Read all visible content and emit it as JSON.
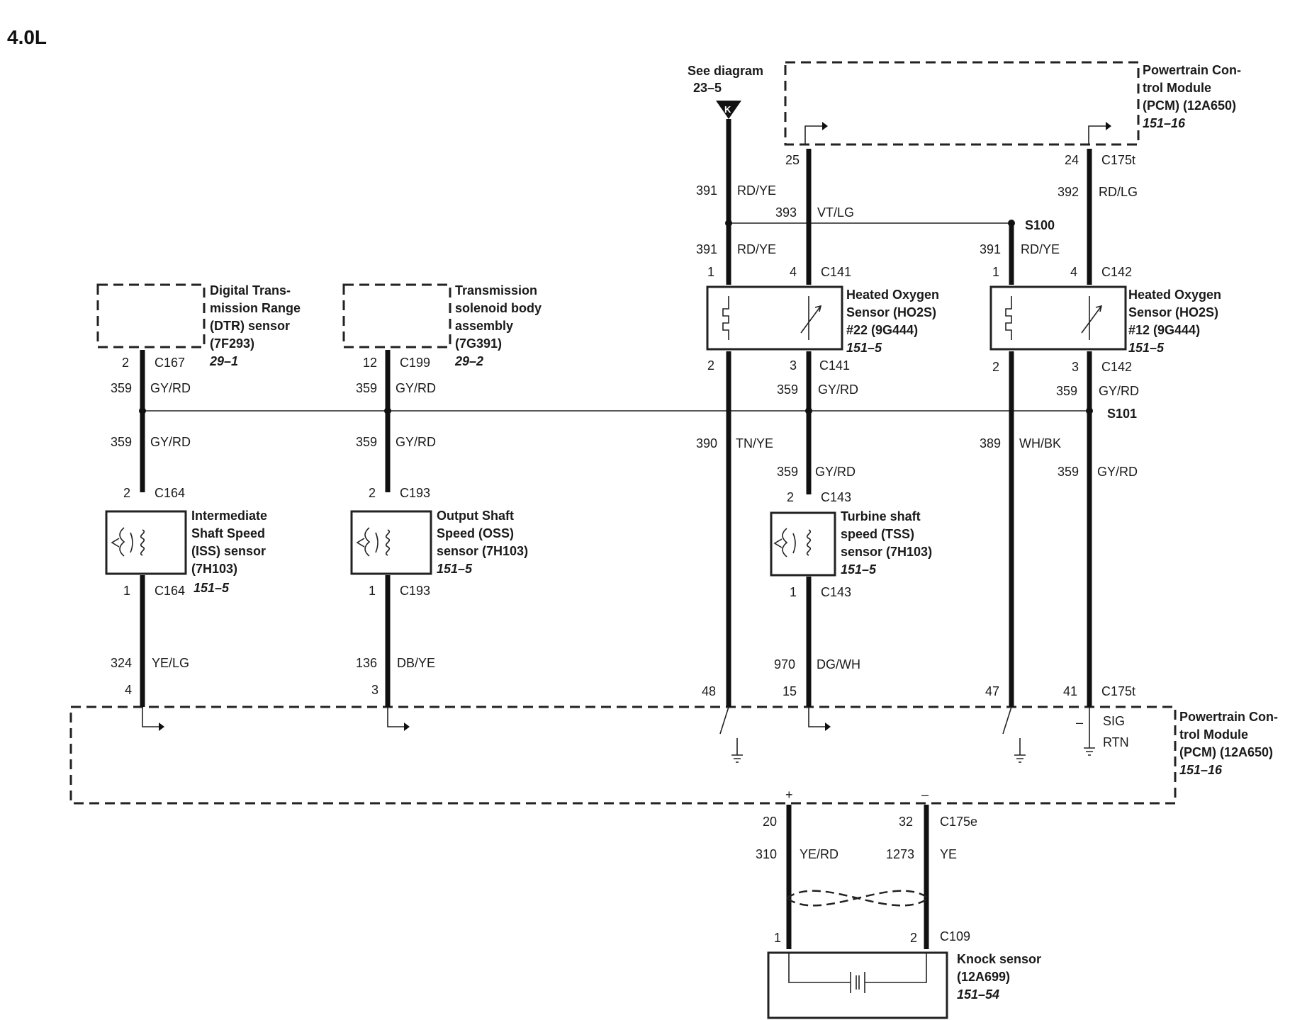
{
  "title": "4.0L",
  "see_diagram": {
    "line1": "See diagram",
    "line2": "23–5",
    "connector": "K"
  },
  "pcm_top": {
    "l1": "Powertrain Con-",
    "l2": "trol Module",
    "l3": "(PCM) (12A650)",
    "ref": "151–16"
  },
  "pcm_bottom": {
    "l1": "Powertrain Con-",
    "l2": "trol Module",
    "l3": "(PCM) (12A650)",
    "ref": "151–16",
    "sig": "SIG",
    "rtn": "RTN",
    "minus": "–"
  },
  "splices": {
    "s100": "S100",
    "s101": "S101"
  },
  "dtr": {
    "name": {
      "l1": "Digital Trans-",
      "l2": "mission Range",
      "l3": "(DTR) sensor",
      "l4": "(7F293)",
      "ref": "29–1"
    },
    "pin_top": "2",
    "conn_top": "C167",
    "w1_num": "359",
    "w1_col": "GY/RD",
    "w2_num": "359",
    "w2_col": "GY/RD"
  },
  "tsb": {
    "name": {
      "l1": "Transmission",
      "l2": "solenoid body",
      "l3": "assembly",
      "l4": "(7G391)",
      "ref": "29–2"
    },
    "pin_top": "12",
    "conn_top": "C199",
    "w1_num": "359",
    "w1_col": "GY/RD",
    "w2_num": "359",
    "w2_col": "GY/RD"
  },
  "iss": {
    "name": {
      "l1": "Intermediate",
      "l2": "Shaft Speed",
      "l3": "(ISS) sensor",
      "l4": "(7H103)",
      "ref": "151–5"
    },
    "pin_top": "2",
    "conn_top": "C164",
    "pin_bot": "1",
    "conn_bot": "C164",
    "w_num": "324",
    "w_col": "YE/LG",
    "pcm_pin": "4"
  },
  "oss": {
    "name": {
      "l1": "Output Shaft",
      "l2": "Speed (OSS)",
      "l3": "sensor (7H103)",
      "ref": "151–5"
    },
    "pin_top": "2",
    "conn_top": "C193",
    "pin_bot": "1",
    "conn_bot": "C193",
    "w_num": "136",
    "w_col": "DB/YE",
    "pcm_pin": "3"
  },
  "ho2s22": {
    "name": {
      "l1": "Heated Oxygen",
      "l2": "Sensor (HO2S)",
      "l3": "#22 (9G444)",
      "ref": "151–5"
    },
    "pcm_pin_top": "25",
    "w_vt_num": "393",
    "w_vt_col": "VT/LG",
    "w_rd1_num": "391",
    "w_rd1_col": "RD/YE",
    "w_rd2_num": "391",
    "w_rd2_col": "RD/YE",
    "pin1": "1",
    "pin4": "4",
    "conn_top": "C141",
    "pin2": "2",
    "pin3": "3",
    "conn_bot": "C141",
    "w_gy_num": "359",
    "w_gy_col": "GY/RD",
    "w_tn_num": "390",
    "w_tn_col": "TN/YE",
    "pcm_pin_tn": "48"
  },
  "tss": {
    "name": {
      "l1": "Turbine shaft",
      "l2": "speed (TSS)",
      "l3": "sensor (7H103)",
      "ref": "151–5"
    },
    "w_num_top": "359",
    "w_col_top": "GY/RD",
    "pin_top": "2",
    "conn_top": "C143",
    "pin_bot": "1",
    "conn_bot": "C143",
    "w_num": "970",
    "w_col": "DG/WH",
    "pcm_pin": "15"
  },
  "ho2s12": {
    "name": {
      "l1": "Heated Oxygen",
      "l2": "Sensor (HO2S)",
      "l3": "#12 (9G444)",
      "ref": "151–5"
    },
    "pcm_pin_top": "24",
    "pcm_conn_top": "C175t",
    "w_rdlg_num": "392",
    "w_rdlg_col": "RD/LG",
    "w_rd_num": "391",
    "w_rd_col": "RD/YE",
    "pin1": "1",
    "pin4": "4",
    "conn_top": "C142",
    "pin2": "2",
    "pin3": "3",
    "conn_bot": "C142",
    "w_gy_num": "359",
    "w_gy_col": "GY/RD",
    "w_wh_num": "389",
    "w_wh_col": "WH/BK",
    "w_gy2_num": "359",
    "w_gy2_col": "GY/RD",
    "pcm_pin_wh": "47",
    "pcm_pin_gy": "41",
    "pcm_conn_bot": "C175t"
  },
  "knock": {
    "name": {
      "l1": "Knock sensor",
      "l2": "(12A699)",
      "ref": "151–54"
    },
    "plus": "+",
    "minus": "–",
    "pcm_pin_a": "20",
    "pcm_pin_b": "32",
    "pcm_conn": "C175e",
    "w_a_num": "310",
    "w_a_col": "YE/RD",
    "w_b_num": "1273",
    "w_b_col": "YE",
    "pin_a": "1",
    "pin_b": "2",
    "conn": "C109"
  }
}
